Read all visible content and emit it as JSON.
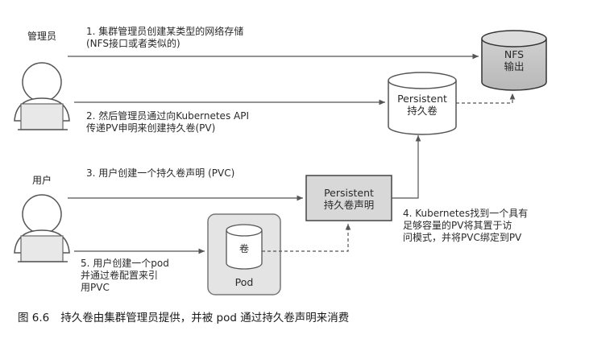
{
  "actors": {
    "admin": "管理员",
    "user": "用户"
  },
  "steps": {
    "step1": "1. 集群管理员创建某类型的网络存储\n(NFS接口或者类似的)",
    "step2": "2. 然后管理员通过向Kubernetes API\n传递PV申明来创建持久卷(PV)",
    "step3": "3. 用户创建一个持久卷声明 (PVC)",
    "step4": "4. Kubernetes找到一个具有\n足够容量的PV将其置于访\n问模式，并将PVC绑定到PV",
    "step5": "5. 用户创建一个pod\n并通过卷配置来引\n用PVC"
  },
  "nodes": {
    "nfs": "NFS\n输出",
    "pv": "Persistent\n持久卷",
    "pvc": "Persistent\n持久卷声明",
    "pod_volume": "卷",
    "pod": "Pod"
  },
  "caption": {
    "number": "图 6.6",
    "text": "持久卷由集群管理员提供，并被 pod 通过持久卷声明来消费"
  }
}
